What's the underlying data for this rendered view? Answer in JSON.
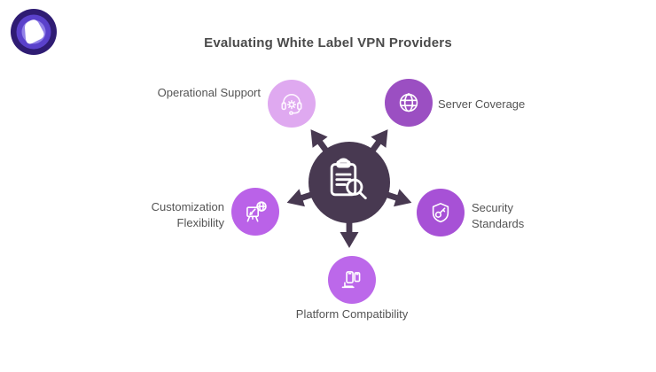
{
  "title": "Evaluating White Label VPN Providers",
  "logo": {
    "name": "vpn-brand-logo",
    "ring_outer": "#2f1c73",
    "ring_mid": "#5a41cb",
    "ring_inner": "#9181e8",
    "core": "#ffffff"
  },
  "colors": {
    "background": "#ffffff",
    "hub": "#483951",
    "arrow": "#483951",
    "title_text": "#4a4a4a",
    "label_text": "#545454"
  },
  "hub": {
    "icon": "clipboard-magnifier-icon"
  },
  "nodes": [
    {
      "id": "operational-support",
      "label": "Operational Support",
      "color": "#dfa9f0",
      "icon": "headset-gear-icon",
      "position": "top-left"
    },
    {
      "id": "server-coverage",
      "label": "Server Coverage",
      "color": "#9b4fc2",
      "icon": "globe-network-icon",
      "position": "top-right"
    },
    {
      "id": "customization-flexibility",
      "label": "Customization Flexibility",
      "color": "#ba62e8",
      "icon": "easel-globe-icon",
      "position": "left"
    },
    {
      "id": "security-standards",
      "label": "Security Standards",
      "color": "#a751d6",
      "icon": "shield-key-icon",
      "position": "right"
    },
    {
      "id": "platform-compatibility",
      "label": "Platform Compatibility",
      "color": "#bc68ea",
      "icon": "devices-icon",
      "position": "bottom"
    }
  ]
}
